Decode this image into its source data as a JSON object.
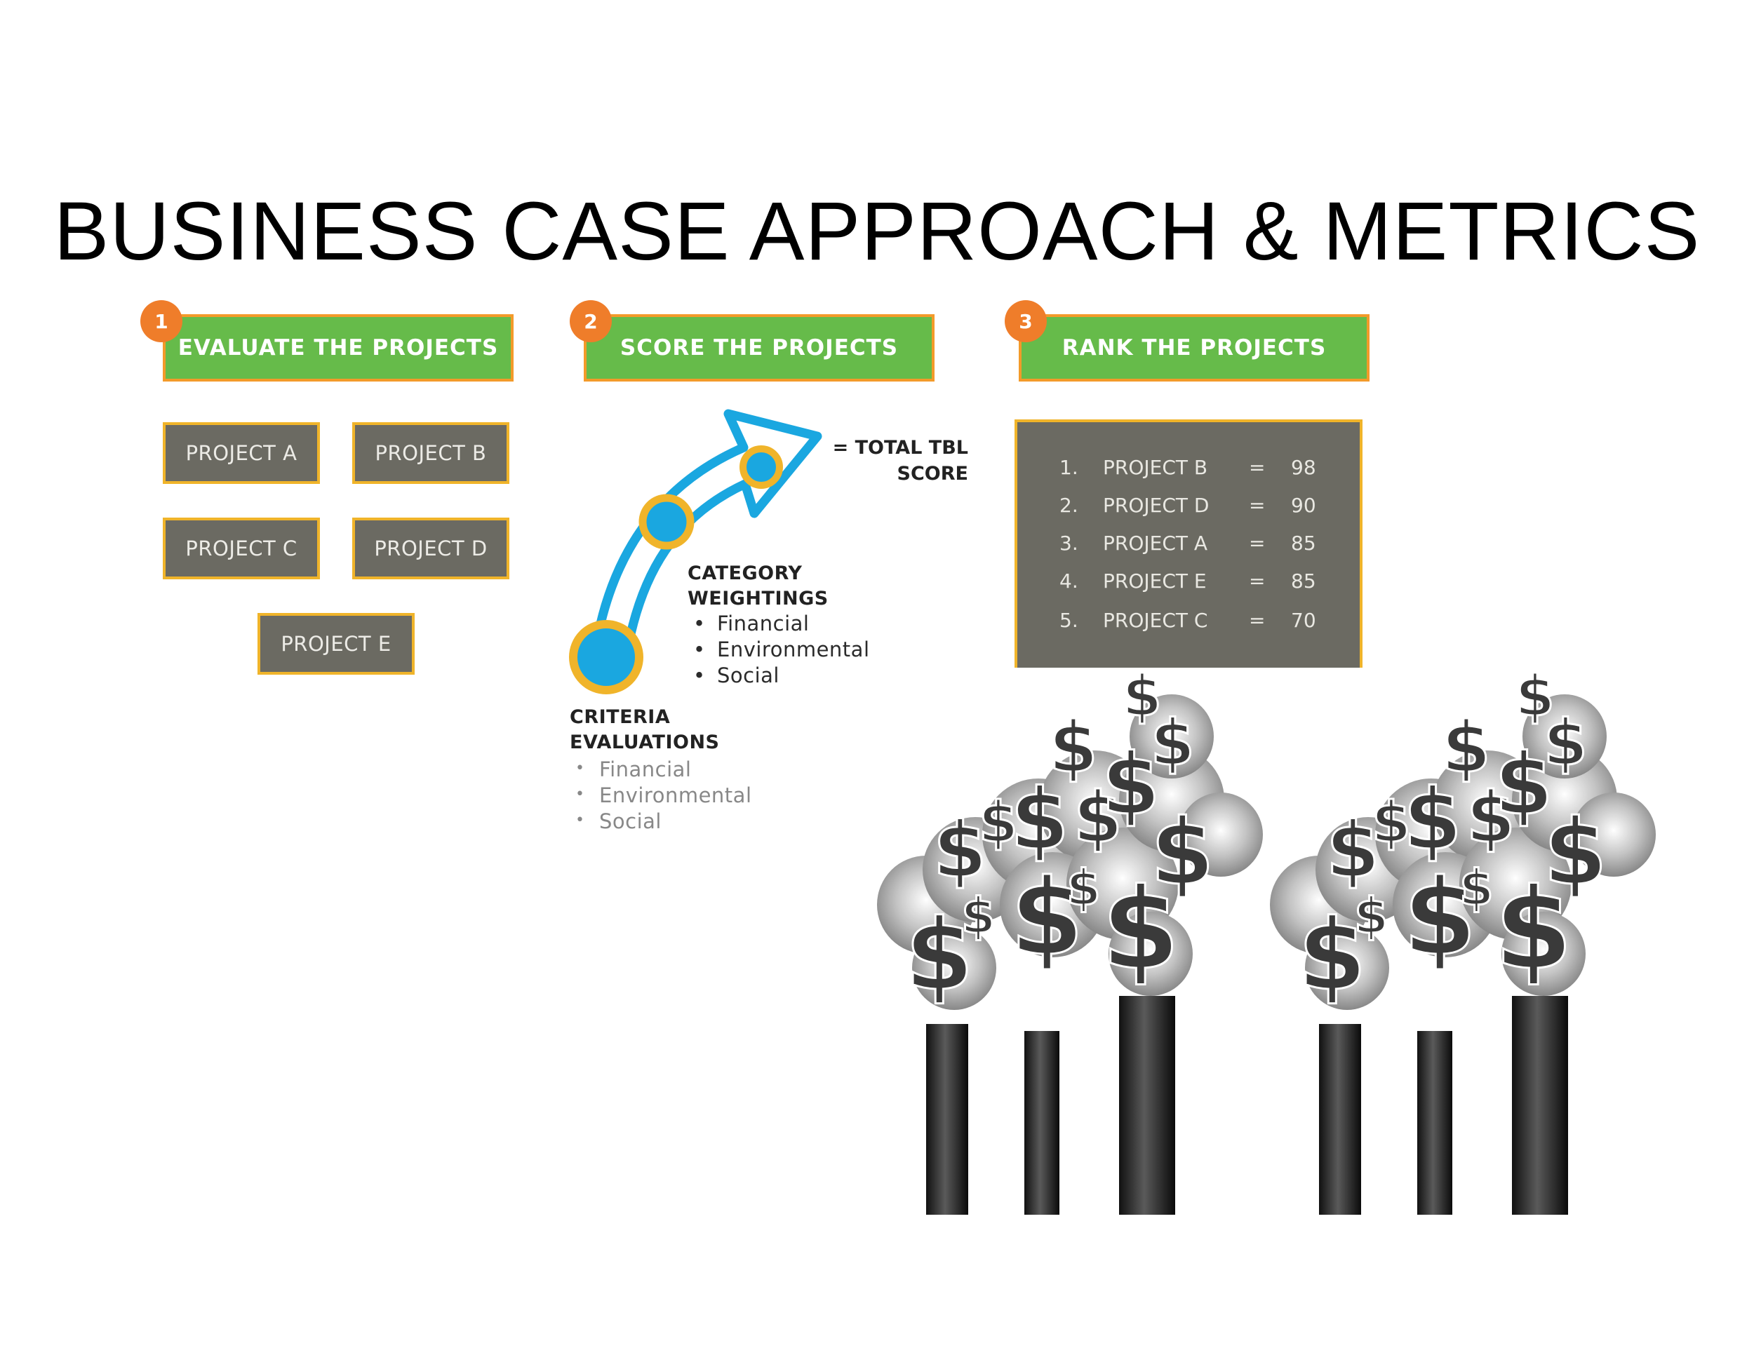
{
  "slide": {
    "title": "BUSINESS CASE APPROACH & METRICS"
  },
  "steps": [
    {
      "number": "1",
      "label": "EVALUATE THE PROJECTS"
    },
    {
      "number": "2",
      "label": "SCORE THE PROJECTS"
    },
    {
      "number": "3",
      "label": "RANK THE PROJECTS"
    }
  ],
  "projects": [
    "PROJECT A",
    "PROJECT B",
    "PROJECT C",
    "PROJECT D",
    "PROJECT E"
  ],
  "score": {
    "total_label_line1": "= TOTAL TBL",
    "total_label_line2": "SCORE",
    "category_title_line1": "CATEGORY",
    "category_title_line2": "WEIGHTINGS",
    "category_items": [
      "Financial",
      "Environmental",
      "Social"
    ],
    "criteria_title_line1": "CRITERIA",
    "criteria_title_line2": "EVALUATIONS",
    "criteria_items": [
      "Financial",
      "Environmental",
      "Social"
    ]
  },
  "ranking": [
    {
      "rank": "1.",
      "project": "PROJECT B",
      "eq": "=",
      "score": "98"
    },
    {
      "rank": "2.",
      "project": "PROJECT D",
      "eq": "=",
      "score": "90"
    },
    {
      "rank": "3.",
      "project": "PROJECT A",
      "eq": "=",
      "score": "85"
    },
    {
      "rank": "4.",
      "project": "PROJECT E",
      "eq": "=",
      "score": "85"
    },
    {
      "rank": "5.",
      "project": "PROJECT C",
      "eq": "=",
      "score": "70"
    }
  ],
  "colors": {
    "step_green": "#66bb4a",
    "badge_orange": "#ef7d2a",
    "border_gold": "#f0b42a",
    "panel_gray": "#6b6a62",
    "arrow_blue": "#1aa7e0"
  },
  "illustration": {
    "icon": "smokestack-dollar-smoke-icon",
    "smoke_symbol": "$"
  }
}
